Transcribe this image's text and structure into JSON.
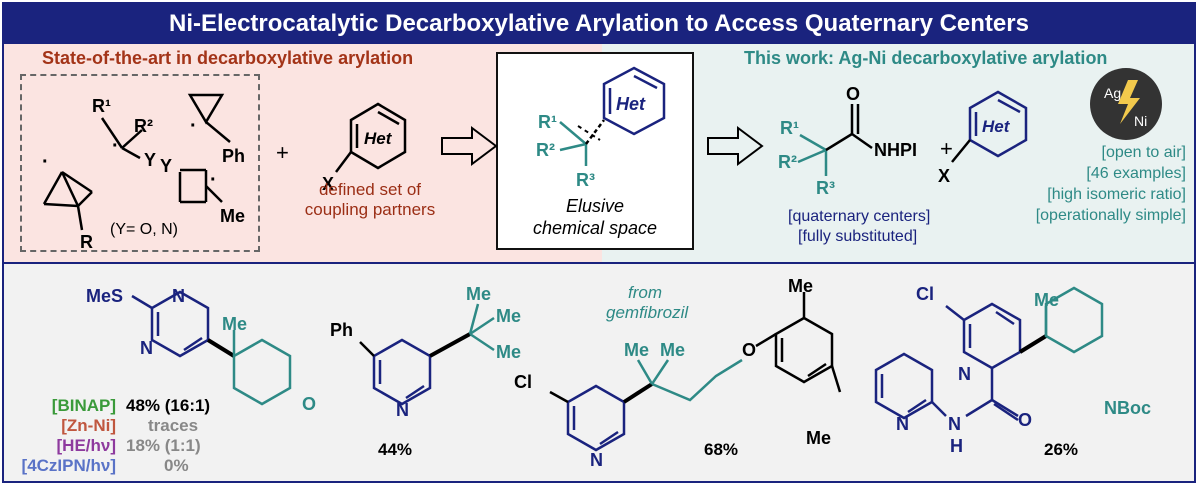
{
  "title": "Ni-Electrocatalytic Decarboxylative Arylation to Access Quaternary Centers",
  "left_panel": {
    "header": "State-of-the-art in decarboxylative arylation",
    "plus": "+",
    "subs": {
      "r1": "R¹",
      "r2": "R²",
      "y": "Y",
      "ph": "Ph",
      "r": "R",
      "me": "Me",
      "ycond": "(Y= O, N)",
      "het": "Het",
      "x": "X"
    },
    "partner_line1": "defined set of",
    "partner_line2": "coupling partners"
  },
  "center_panel": {
    "het": "Het",
    "r1": "R¹",
    "r2": "R²",
    "r3": "R³",
    "line1": "Elusive",
    "line2": "chemical space"
  },
  "right_panel": {
    "header": "This work: Ag-Ni decarboxylative arylation",
    "o": "O",
    "nhpi": "NHPI",
    "r1": "R¹",
    "r2": "R²",
    "r3": "R³",
    "plus": "+",
    "het": "Het",
    "x": "X",
    "ag": "Ag",
    "ni": "Ni",
    "navy_notes": [
      "[quaternary centers]",
      "[fully substituted]"
    ],
    "teal_notes": [
      "[open to air]",
      "[46 examples]",
      "[high isomeric ratio]",
      "[operationally simple]"
    ]
  },
  "examples": {
    "ex1": {
      "mes": "MeS",
      "n1": "N",
      "n2": "N",
      "me": "Me",
      "o": "O"
    },
    "conditions": [
      {
        "label": "[BINAP]",
        "value": "48% (16:1)",
        "label_color": "#3a9a3a",
        "value_color": "#000000"
      },
      {
        "label": "[Zn-Ni]",
        "value": "traces",
        "label_color": "#c0573f",
        "value_color": "#888888"
      },
      {
        "label": "[HE/hν]",
        "value": "18% (1:1)",
        "label_color": "#8e3a9e",
        "value_color": "#888888"
      },
      {
        "label": "[4CzIPN/hν]",
        "value": "0%",
        "label_color": "#5a73c7",
        "value_color": "#888888"
      }
    ],
    "ex2": {
      "ph": "Ph",
      "n": "N",
      "me1": "Me",
      "me2": "Me",
      "me3": "Me",
      "yield": "44%"
    },
    "ex3": {
      "from1": "from",
      "from2": "gemfibrozil",
      "cl": "Cl",
      "n": "N",
      "me1": "Me",
      "me2": "Me",
      "me3": "Me",
      "me4": "Me",
      "o": "O",
      "yield": "68%"
    },
    "ex4": {
      "cl": "Cl",
      "n1": "N",
      "n2": "N",
      "me": "Me",
      "o": "O",
      "nh_n": "N",
      "nh_h": "H",
      "nboc": "NBoc",
      "yield": "26%"
    }
  },
  "colors": {
    "navy": "#1a237e",
    "teal": "#2e8a86",
    "brown": "#9b2e15",
    "pink_bg": "#fbe4e1",
    "teal_bg": "#e9f2f1"
  }
}
